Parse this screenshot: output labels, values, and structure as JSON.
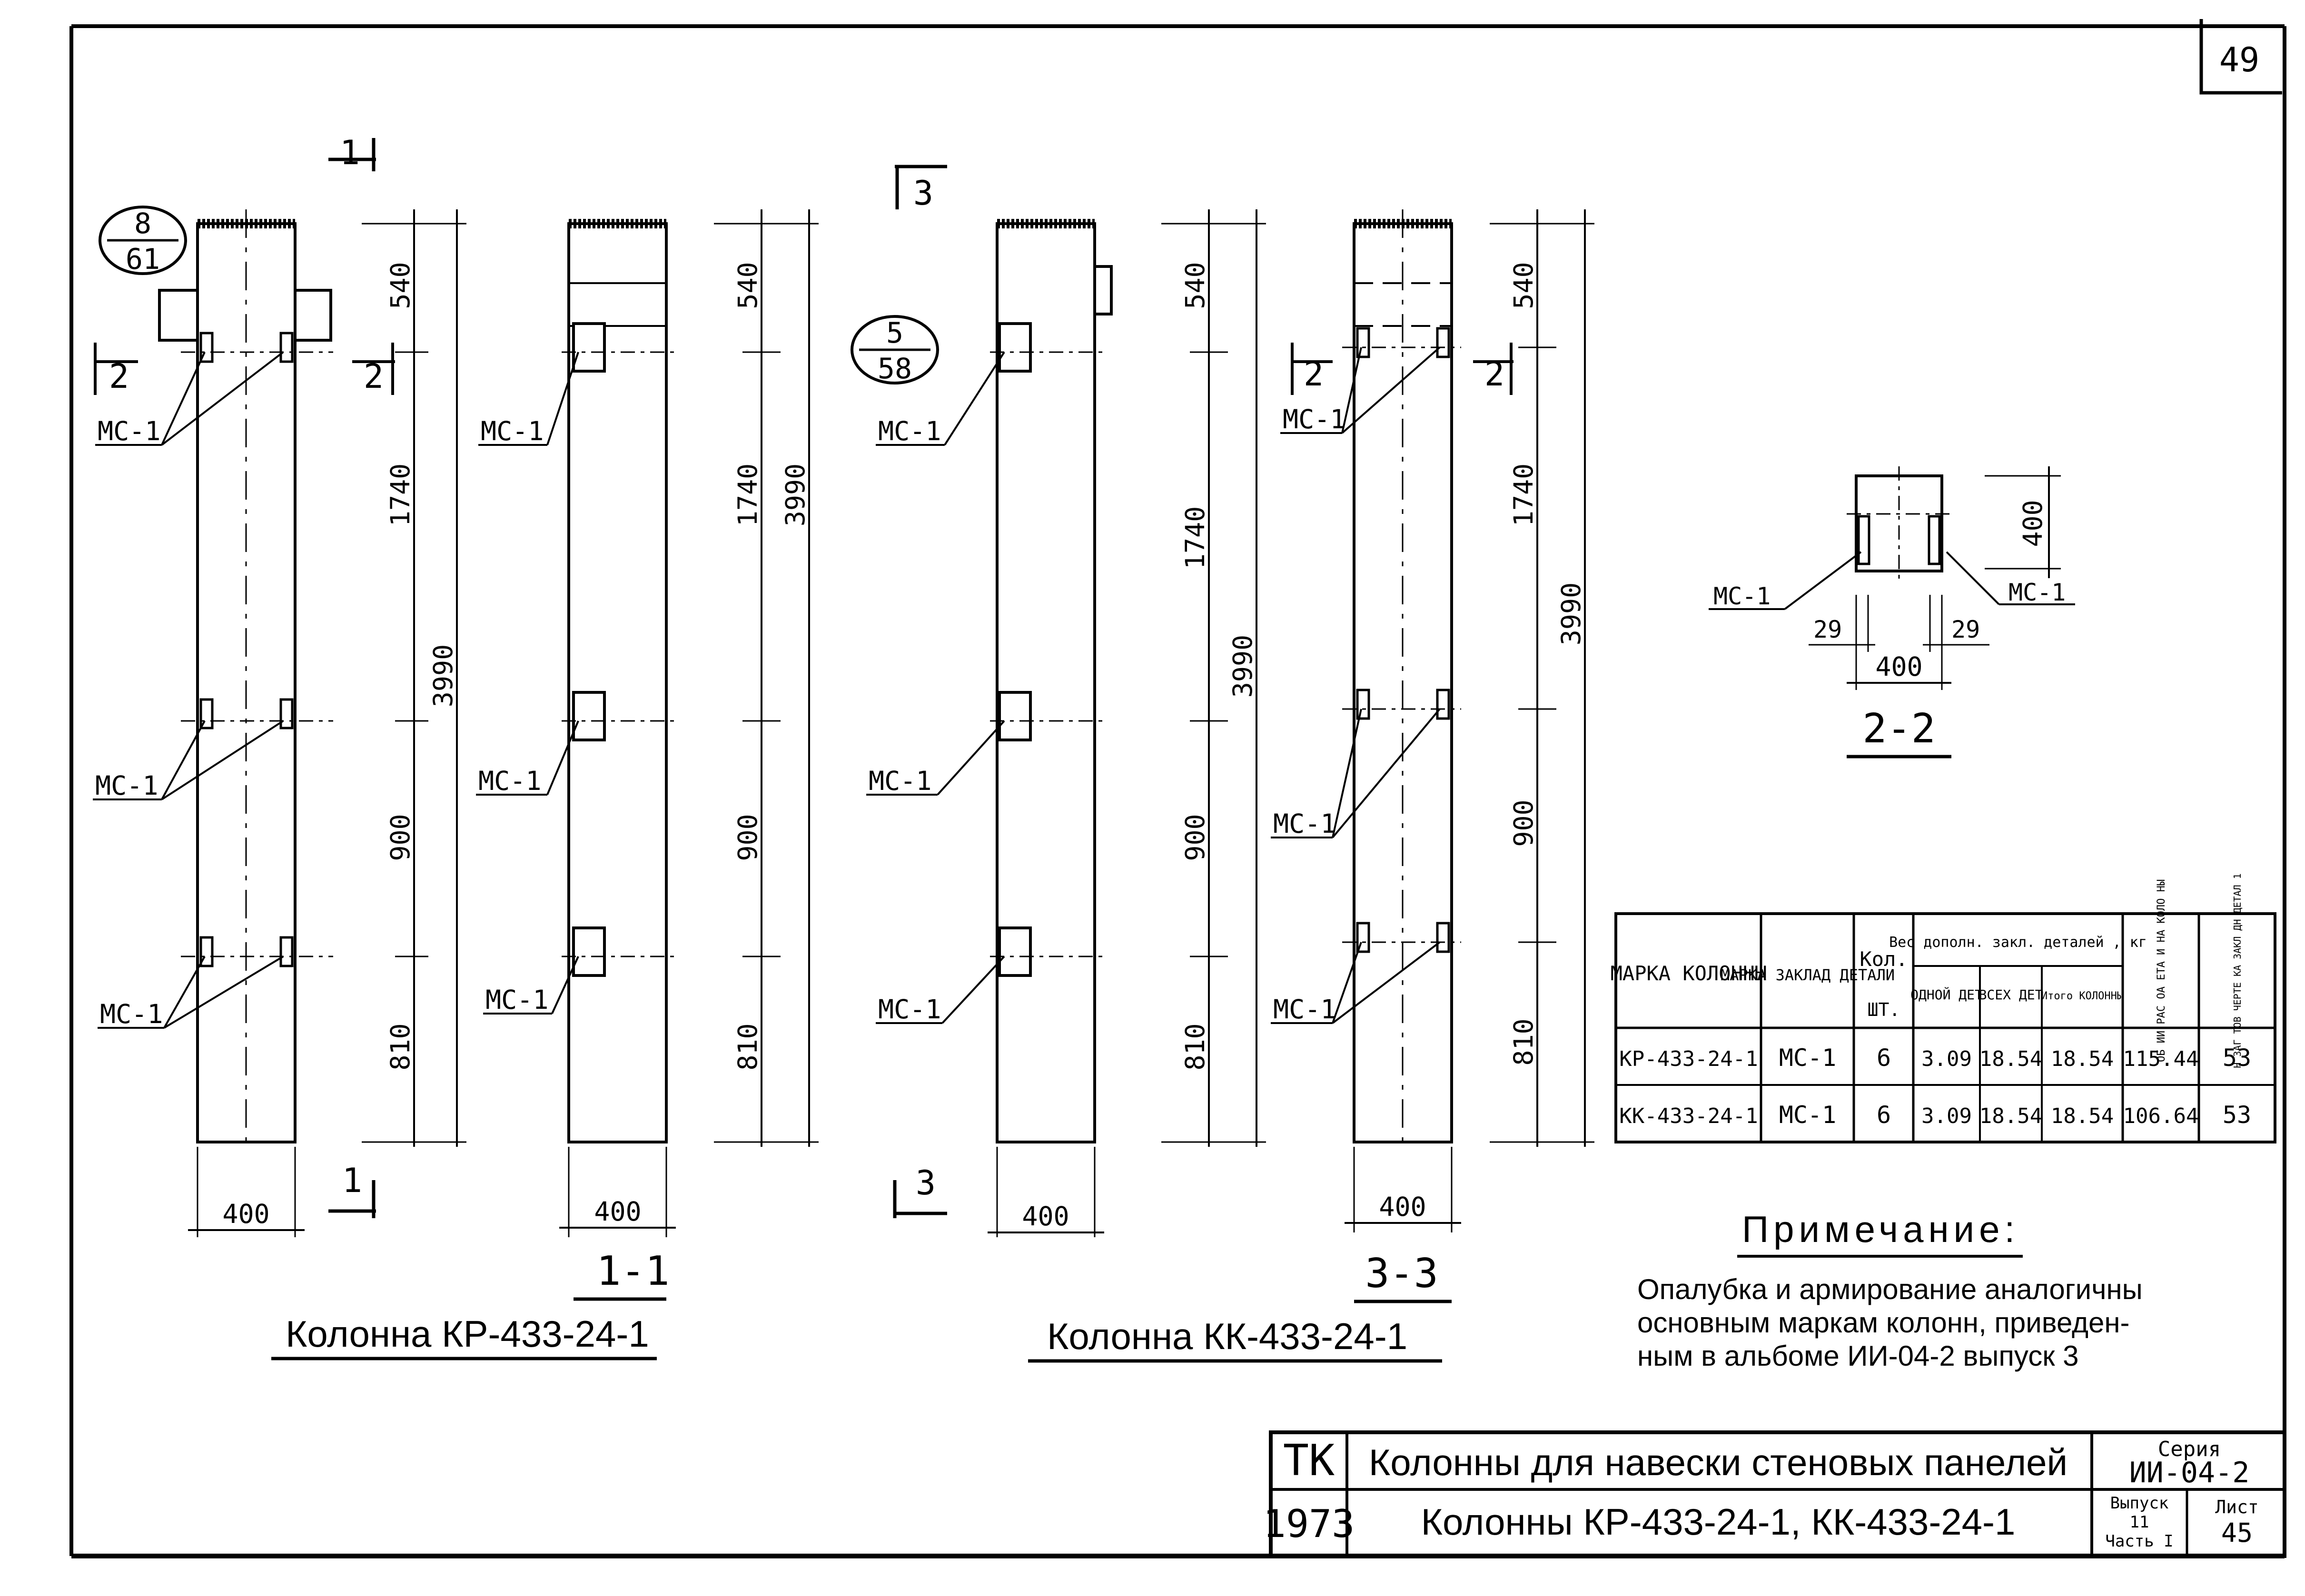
{
  "sheet_number": "49",
  "columns": {
    "kr": {
      "title": "Колонна КР-433-24-1",
      "callout": {
        "top": "8",
        "bottom": "61"
      },
      "section_1_marks": [
        "1",
        "1"
      ],
      "section_2_marks": [
        "2",
        "2"
      ],
      "section_label": "1-1",
      "width_dim": "400"
    },
    "kk": {
      "title": "Колонна КК-433-24-1",
      "callout": {
        "top": "5",
        "bottom": "58"
      },
      "section_3_marks": [
        "3",
        "3"
      ],
      "section_2_marks": [
        "2",
        "2"
      ],
      "section_label": "3-3",
      "width_dim": "400"
    }
  },
  "dims": {
    "d540": "540",
    "d1740": "1740",
    "d900": "900",
    "d810": "810",
    "d3990": "3990",
    "d400": "400"
  },
  "embed_label": "МС-1",
  "section_22": {
    "label": "2-2",
    "height": "400",
    "width": "400",
    "offset_left": "29",
    "offset_right": "29",
    "mc_left": "МС-1",
    "mc_right": "МС-1"
  },
  "table": {
    "headers": {
      "mark": "МАРКА КОЛОННЫ",
      "embed": "МАРКА ЗАКЛАД ДЕТАЛИ",
      "qty": "Кол.",
      "qty_unit": "ШТ.",
      "weight": "Вес дополн. закл. деталей , кг",
      "w_one": "ОДНОЙ ДЕТ",
      "w_all": "ВСЕХ ДЕТ",
      "w_total": "Итого КОЛОННЫ",
      "calc": "ОБ ИИ РАС ОА ЕТА И НА КОЛО НЫ",
      "draw": "Н ЗАГ ТОВ ЧЕРТЕ КА ЗАКЛ ДН ДЕТАЛ 1"
    },
    "rows": [
      {
        "mark": "КР-433-24-1",
        "embed": "МС-1",
        "qty": "6",
        "one": "3.09",
        "all": "18.54",
        "total": "18.54",
        "calc": "115.44",
        "draw": "53"
      },
      {
        "mark": "КК-433-24-1",
        "embed": "МС-1",
        "qty": "6",
        "one": "3.09",
        "all": "18.54",
        "total": "18.54",
        "calc": "106.64",
        "draw": "53"
      }
    ]
  },
  "note": {
    "title": "Примечание:",
    "lines": [
      "Опалубка и армирование аналогичны",
      "основным маркам колонн, приведен-",
      "ным в альбоме ИИ-04-2 выпуск 3"
    ]
  },
  "title_block": {
    "org": "ТК",
    "year": "1973",
    "title1": "Колонны для навески стеновых панелей",
    "title2": "Колонны КР-433-24-1, КК-433-24-1",
    "series_label": "Серия",
    "series": "ИИ-04-2",
    "issue_label": "Выпуск",
    "issue": "11",
    "part": "Часть I",
    "sheet_label": "Лист",
    "sheet": "45"
  }
}
